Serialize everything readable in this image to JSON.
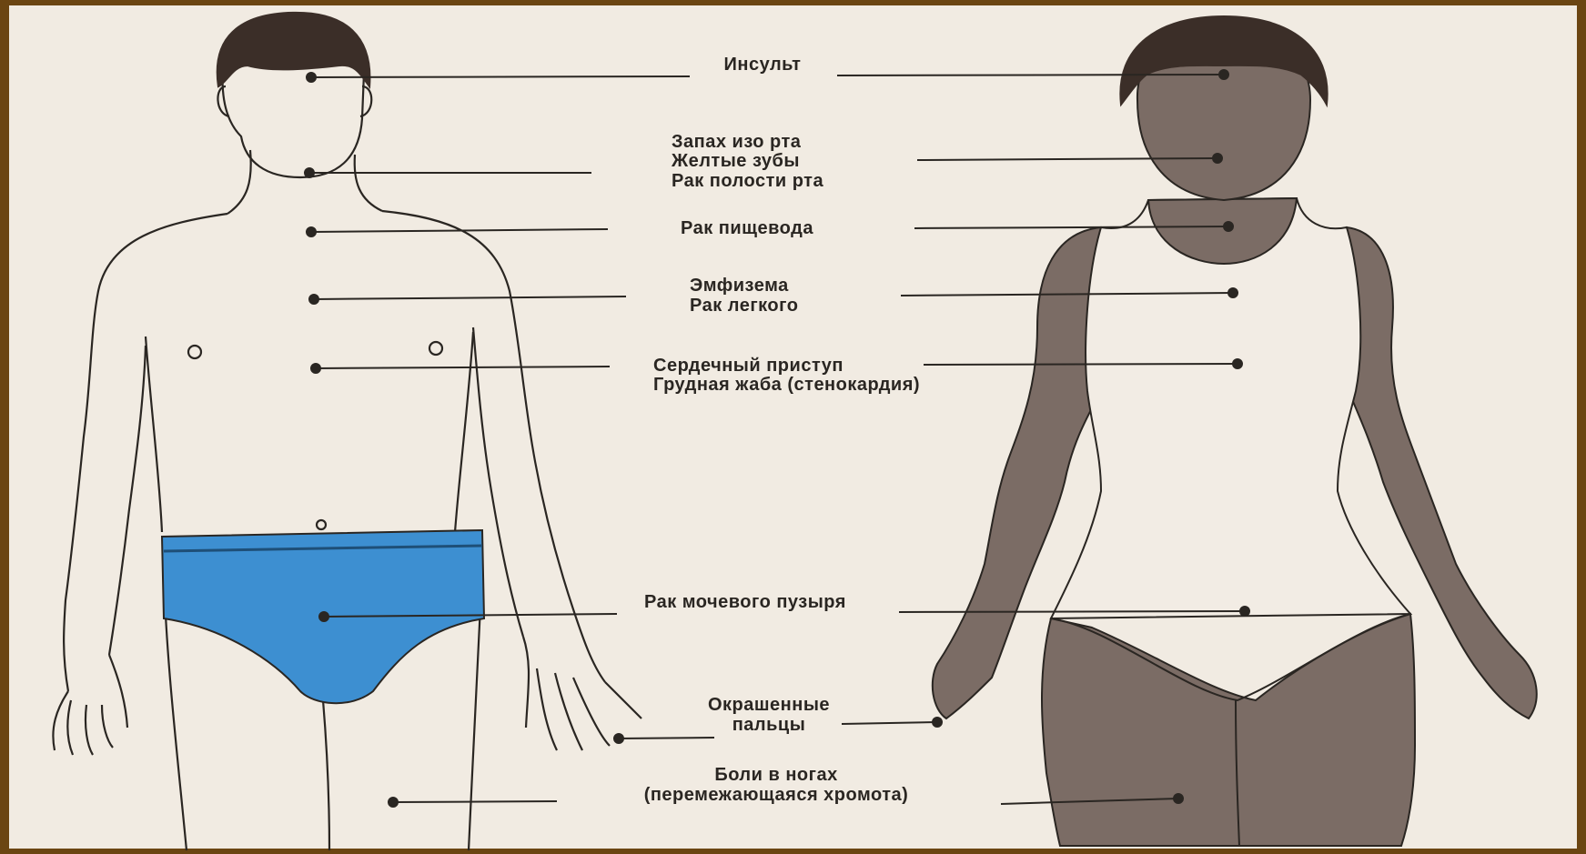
{
  "labels": {
    "stroke": "Инсульт",
    "mouth_1": "Запах изо рта",
    "mouth_2": "Желтые зубы",
    "mouth_3": "Рак полости рта",
    "esophagus": "Рак пищевода",
    "lung_1": "Эмфизема",
    "lung_2": "Рак легкого",
    "heart_1": "Сердечный приступ",
    "heart_2": "Грудная жаба (стенокардия)",
    "bladder": "Рак мочевого пузыря",
    "fingers_1": "Окрашенные",
    "fingers_2": "пальцы",
    "legs_1": "Боли в ногах",
    "legs_2": "(перемежающаяся хромота)"
  },
  "colors": {
    "paper": "#f1ebe2",
    "frame": "#6b4512",
    "outline": "#2a2622",
    "hair": "#3b2e28",
    "underwear": "#3d8fd1",
    "female_skin": "#7b6c65",
    "female_shirt": "#f2ece4"
  }
}
